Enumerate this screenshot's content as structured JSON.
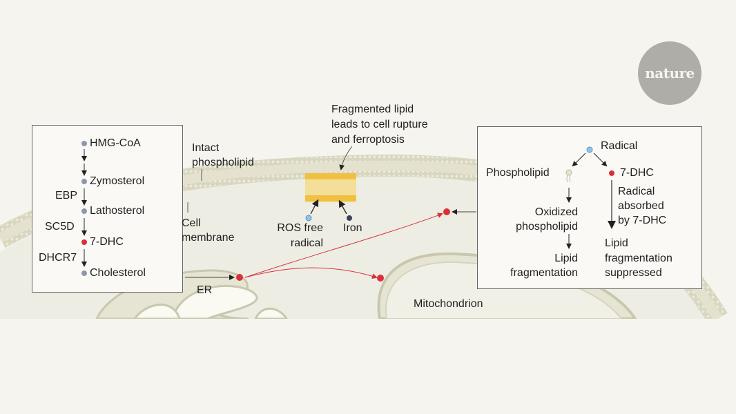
{
  "logo": {
    "text": "nature"
  },
  "colors": {
    "background": "#f5f4ee",
    "membrane": "#dcdbc6",
    "lipid_gold": "#f0c040",
    "dhc_red": "#d9303a",
    "radical_blue": "#8fc4ea",
    "iron_navy": "#36435a",
    "metabolite_grey": "#8d97ad"
  },
  "pathway": {
    "steps": [
      {
        "name": "HMG-CoA",
        "enzyme": ""
      },
      {
        "name": "Zymosterol",
        "enzyme": ""
      },
      {
        "name": "Lathosterol",
        "enzyme": "EBP"
      },
      {
        "name": "7-DHC",
        "enzyme": "SC5D"
      },
      {
        "name": "Cholesterol",
        "enzyme": "DHCR7"
      }
    ]
  },
  "labels": {
    "intact_phospholipid": [
      "Intact",
      "phospholipid"
    ],
    "cell_membrane": [
      "Cell",
      "membrane"
    ],
    "fragmented": [
      "Fragmented lipid",
      "leads to cell rupture",
      "and ferroptosis"
    ],
    "ros": [
      "ROS free",
      "radical"
    ],
    "iron": "Iron",
    "er": "ER",
    "mitochondrion": "Mitochondrion"
  },
  "mechanism": {
    "radical": "Radical",
    "phospholipid": "Phospholipid",
    "dhc": "7-DHC",
    "oxidized": [
      "Oxidized",
      "phospholipid"
    ],
    "lipid_frag": [
      "Lipid",
      "fragmentation"
    ],
    "absorbed": [
      "Radical",
      "absorbed",
      "by 7-DHC"
    ],
    "suppressed": [
      "Lipid",
      "fragmentation",
      "suppressed"
    ]
  }
}
